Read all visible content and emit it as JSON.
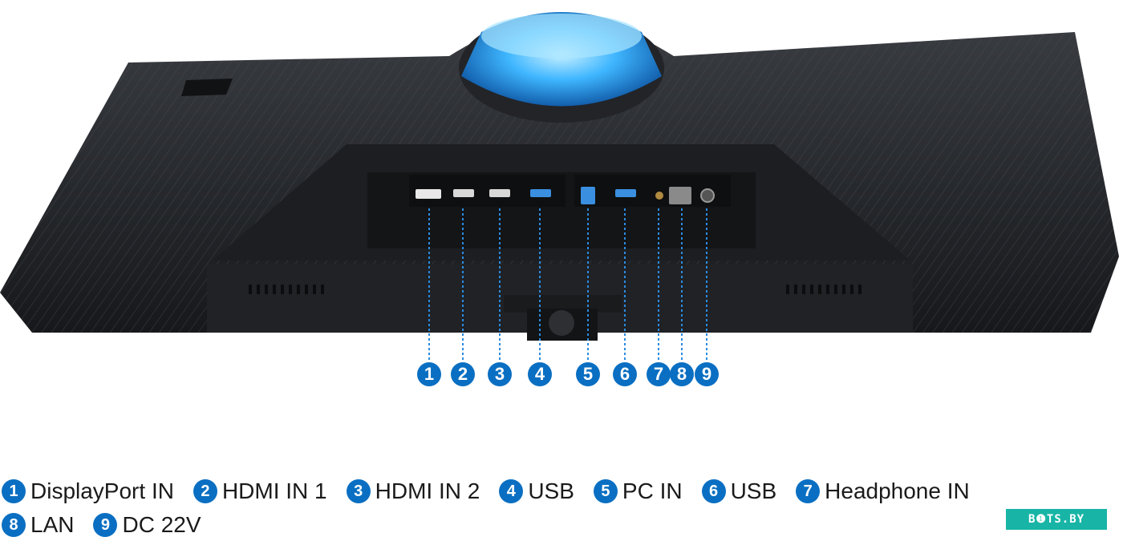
{
  "ports": [
    {
      "num": "1",
      "label": "DisplayPort IN"
    },
    {
      "num": "2",
      "label": "HDMI IN 1"
    },
    {
      "num": "3",
      "label": "HDMI IN 2"
    },
    {
      "num": "4",
      "label": "USB"
    },
    {
      "num": "5",
      "label": "PC IN"
    },
    {
      "num": "6",
      "label": "USB"
    },
    {
      "num": "7",
      "label": "Headphone IN"
    },
    {
      "num": "8",
      "label": "LAN"
    },
    {
      "num": "9",
      "label": "DC 22V"
    }
  ],
  "watermark": "B❶TS.BY",
  "colors": {
    "accent": "#0a6fc2",
    "glow": "#29a8ff",
    "watermark_bg": "#18b5a6"
  }
}
